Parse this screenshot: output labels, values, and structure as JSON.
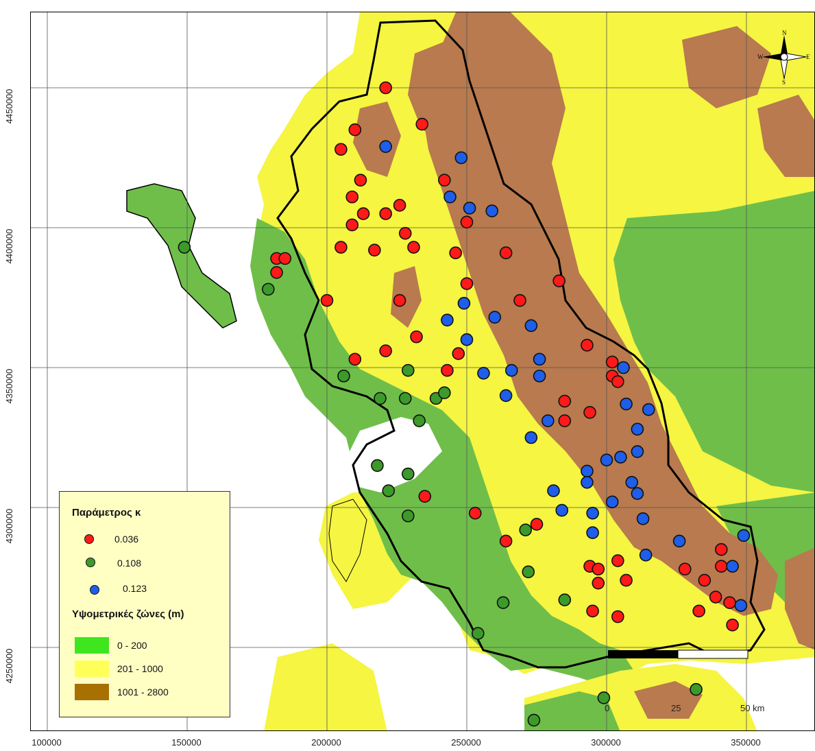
{
  "map": {
    "axes": {
      "x_ticks": [
        "100000",
        "150000",
        "200000",
        "250000",
        "300000",
        "350000"
      ],
      "y_ticks": [
        "4450000",
        "4400000",
        "4350000",
        "4300000",
        "4250000"
      ]
    },
    "legend": {
      "parameter_title": "Παράμετρος κ",
      "points": [
        {
          "label": "0.036",
          "color": "#ff1a1a"
        },
        {
          "label": "0.108",
          "color": "#3c9a2a"
        },
        {
          "label": "0.123",
          "color": "#1e5ee8"
        }
      ],
      "zones_title": "Υψομετρικές ζώνες (m)",
      "zones": [
        {
          "label": "0 - 200",
          "color": "#3fe61f"
        },
        {
          "label": "201 - 1000",
          "color": "#ffff5a"
        },
        {
          "label": "1001 - 2800",
          "color": "#a87000"
        }
      ]
    },
    "map_colors": {
      "lowland": "#6fbe4a",
      "hills": "#f5f542",
      "mountains": "#b87a4e",
      "sea": "#ffffff"
    },
    "scale_bar": {
      "labels": [
        "0",
        "25",
        "50 km"
      ]
    },
    "north_arrow": {
      "n": "N",
      "s": "S",
      "e": "E",
      "w": "W"
    },
    "stations": {
      "red": [
        [
          221,
          4450
        ],
        [
          234,
          4437
        ],
        [
          210,
          4435
        ],
        [
          205,
          4428
        ],
        [
          212,
          4417
        ],
        [
          242,
          4417
        ],
        [
          209,
          4411
        ],
        [
          213,
          4405
        ],
        [
          221,
          4405
        ],
        [
          226,
          4408
        ],
        [
          209,
          4401
        ],
        [
          250,
          4402
        ],
        [
          228,
          4398
        ],
        [
          205,
          4393
        ],
        [
          217,
          4392
        ],
        [
          231,
          4393
        ],
        [
          246,
          4391
        ],
        [
          264,
          4391
        ],
        [
          182,
          4389
        ],
        [
          185,
          4389
        ],
        [
          182,
          4384
        ],
        [
          250,
          4380
        ],
        [
          283,
          4381
        ],
        [
          200,
          4374
        ],
        [
          226,
          4374
        ],
        [
          269,
          4374
        ],
        [
          232,
          4361
        ],
        [
          210,
          4353
        ],
        [
          221,
          4356
        ],
        [
          247,
          4355
        ],
        [
          243,
          4349
        ],
        [
          293,
          4358
        ],
        [
          302,
          4352
        ],
        [
          302,
          4347
        ],
        [
          304,
          4345
        ],
        [
          285,
          4338
        ],
        [
          285,
          4331
        ],
        [
          294,
          4334
        ],
        [
          235,
          4304
        ],
        [
          253,
          4298
        ],
        [
          275,
          4294
        ],
        [
          264,
          4288
        ],
        [
          294,
          4279
        ],
        [
          297,
          4278
        ],
        [
          304,
          4281
        ],
        [
          297,
          4273
        ],
        [
          307,
          4274
        ],
        [
          328,
          4278
        ],
        [
          335,
          4274
        ],
        [
          341,
          4285
        ],
        [
          341,
          4279
        ],
        [
          339,
          4268
        ],
        [
          344,
          4266
        ],
        [
          345,
          4258
        ],
        [
          295,
          4263
        ],
        [
          304,
          4261
        ],
        [
          333,
          4263
        ]
      ],
      "green": [
        [
          149,
          4393
        ],
        [
          179,
          4378
        ],
        [
          206,
          4347
        ],
        [
          219,
          4339
        ],
        [
          228,
          4339
        ],
        [
          229,
          4349
        ],
        [
          233,
          4331
        ],
        [
          239,
          4339
        ],
        [
          242,
          4341
        ],
        [
          218,
          4315
        ],
        [
          229,
          4312
        ],
        [
          222,
          4306
        ],
        [
          229,
          4297
        ],
        [
          271,
          4292
        ],
        [
          272,
          4277
        ],
        [
          285,
          4267
        ],
        [
          263,
          4266
        ],
        [
          254,
          4255
        ],
        [
          299,
          4232
        ],
        [
          274,
          4224
        ],
        [
          332,
          4235
        ]
      ],
      "blue": [
        [
          221,
          4429
        ],
        [
          248,
          4425
        ],
        [
          244,
          4411
        ],
        [
          251,
          4407
        ],
        [
          259,
          4406
        ],
        [
          249,
          4373
        ],
        [
          243,
          4367
        ],
        [
          260,
          4368
        ],
        [
          273,
          4365
        ],
        [
          250,
          4360
        ],
        [
          276,
          4353
        ],
        [
          256,
          4348
        ],
        [
          266,
          4349
        ],
        [
          276,
          4347
        ],
        [
          306,
          4350
        ],
        [
          264,
          4340
        ],
        [
          307,
          4337
        ],
        [
          315,
          4335
        ],
        [
          279,
          4331
        ],
        [
          311,
          4328
        ],
        [
          273,
          4325
        ],
        [
          311,
          4320
        ],
        [
          300,
          4317
        ],
        [
          305,
          4318
        ],
        [
          293,
          4313
        ],
        [
          309,
          4309
        ],
        [
          293,
          4309
        ],
        [
          311,
          4305
        ],
        [
          281,
          4306
        ],
        [
          302,
          4302
        ],
        [
          284,
          4299
        ],
        [
          295,
          4298
        ],
        [
          313,
          4296
        ],
        [
          295,
          4291
        ],
        [
          326,
          4288
        ],
        [
          349,
          4290
        ],
        [
          314,
          4283
        ],
        [
          345,
          4279
        ],
        [
          348,
          4265
        ]
      ]
    }
  }
}
